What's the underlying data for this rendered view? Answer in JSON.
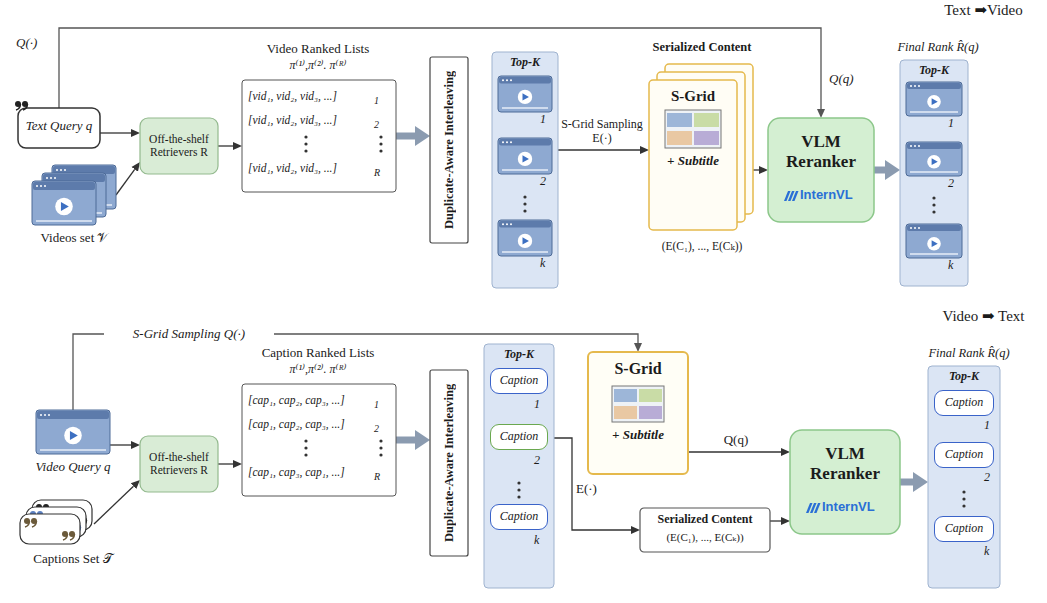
{
  "diagram": {
    "nodes": [
      {
        "text": [
          "Text ➡Video"
        ]
      },
      {
        "text": [
          "Text Query q"
        ],
        "in": 0
      },
      {
        "text": [
          "Videos set 𝒱"
        ],
        "in": 0
      },
      {
        "text": [
          "Off-the-shelf Retrievers R"
        ],
        "in": 0
      },
      {
        "text": [
          "Video Ranked Lists",
          "π⁽¹⁾,π⁽²⁾. π⁽ᴿ⁾",
          "[vid₁, vid₂, vid₃, ...]",
          "1",
          "[vid₁, vid₂, vid₃, ...]",
          "2",
          "[vid₁, vid₂, vid₃, ...]",
          "R"
        ],
        "in": 0
      },
      {
        "text": [
          "Duplicate-Aware Interleaving"
        ],
        "in": 0
      },
      {
        "text": [
          "Top-K",
          "1",
          "2",
          "k"
        ],
        "in": 0
      },
      {
        "text": [
          "Serialized Content",
          "S-Grid",
          "+ Subtitle",
          "(E(C₁), ..., E(Cₖ))"
        ],
        "in": 0
      },
      {
        "text": [
          "VLM Reranker",
          "InternVL"
        ],
        "in": 0
      },
      {
        "text": [
          "Final Rank R̂(q)",
          "Top-K",
          "1",
          "2",
          "k"
        ],
        "in": 0
      },
      {
        "text": [
          "Video ➡ Text"
        ]
      },
      {
        "text": [
          "Video Query q"
        ],
        "in": 10
      },
      {
        "text": [
          "Captions Set 𝒯"
        ],
        "in": 10
      },
      {
        "text": [
          "Off-the-shelf Retrievers R"
        ],
        "in": 10
      },
      {
        "text": [
          "Caption Ranked Lists",
          "π⁽¹⁾,π⁽²⁾. π⁽ᴿ⁾",
          "[cap₁, cap₂, cap₃, ...]",
          "1",
          "[cap₁, cap₂, cap₃, ...]",
          "2",
          "[cap₁, cap₃, cap₁, ...]",
          "R"
        ],
        "in": 10
      },
      {
        "text": [
          "Duplicate-Aware Interleaving"
        ],
        "in": 10
      },
      {
        "text": [
          "Top-K",
          "Caption",
          "1",
          "Caption",
          "2",
          "Caption",
          "k"
        ],
        "in": 10
      },
      {
        "text": [
          "S-Grid",
          "+ Subtitle"
        ],
        "in": 10
      },
      {
        "text": [
          "Serialized Content",
          "(E(C₁), ..., E(Cₖ))"
        ],
        "in": 10
      },
      {
        "text": [
          "VLM Reranker",
          "InternVL"
        ],
        "in": 10
      },
      {
        "text": [
          "Final Rank R̂(q)",
          "Top-K",
          "Caption",
          "1",
          "Caption",
          "2",
          "Caption",
          "k"
        ],
        "in": 10
      }
    ],
    "edges": [
      {
        "from": 1,
        "to": 3,
        "arrow": "to"
      },
      {
        "from": 2,
        "to": 3,
        "arrow": "to"
      },
      {
        "from": 3,
        "to": 4,
        "arrow": "to"
      },
      {
        "from": 4,
        "to": 5,
        "arrow": "to"
      },
      {
        "from": 6,
        "to": 7,
        "label": "S-Grid Sampling E(·)",
        "arrow": "to"
      },
      {
        "from": 7,
        "to": 8,
        "arrow": "to"
      },
      {
        "from": 1,
        "to": 8,
        "label": "Q(q)",
        "arrow": "to"
      },
      {
        "from": 8,
        "to": 9,
        "arrow": "to"
      },
      {
        "from": 11,
        "to": 13,
        "arrow": "to"
      },
      {
        "from": 12,
        "to": 13,
        "arrow": "to"
      },
      {
        "from": 13,
        "to": 14,
        "arrow": "to"
      },
      {
        "from": 14,
        "to": 15,
        "arrow": "to"
      },
      {
        "from": 11,
        "to": 17,
        "label": "S-Grid Sampling Q(·)",
        "arrow": "to"
      },
      {
        "from": 17,
        "to": 19,
        "label": "Q(q)",
        "arrow": "to"
      },
      {
        "from": 16,
        "to": 18,
        "label": "E(·)",
        "arrow": "to"
      },
      {
        "from": 18,
        "to": 19,
        "arrow": "to"
      },
      {
        "from": 19,
        "to": 20,
        "arrow": "to"
      }
    ],
    "labels": [
      "Q(·)"
    ]
  }
}
